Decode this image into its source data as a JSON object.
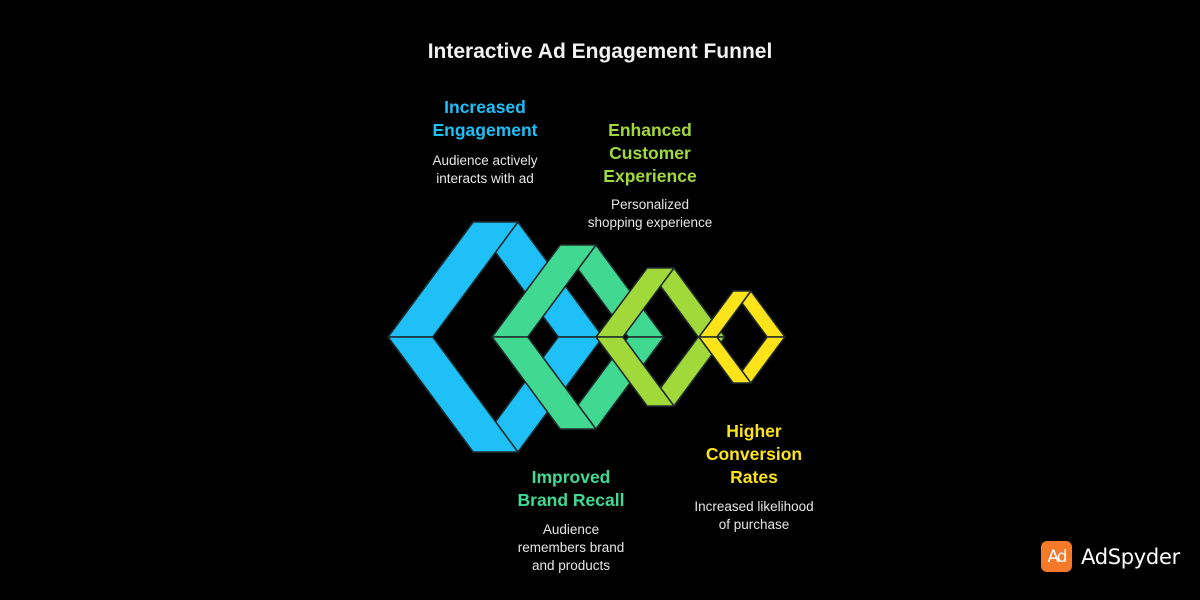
{
  "title": "Interactive Ad Engagement Funnel",
  "colors": {
    "background": "#000000",
    "blue": "#1fbff8",
    "green": "#41d992",
    "lime": "#a1d83a",
    "yellow": "#fde31a",
    "outline": "#1f2a2a",
    "logo": "#f47a2a"
  },
  "stages": [
    {
      "title_lines": [
        "Increased",
        "Engagement"
      ],
      "desc_lines": [
        "Audience actively",
        "interacts with ad"
      ],
      "color": "#1fbff8"
    },
    {
      "title_lines": [
        "Improved",
        "Brand Recall"
      ],
      "desc_lines": [
        "Audience",
        "remembers brand",
        "and products"
      ],
      "color": "#41d992"
    },
    {
      "title_lines": [
        "Enhanced",
        "Customer",
        "Experience"
      ],
      "desc_lines": [
        "Personalized",
        "shopping experience"
      ],
      "color": "#a1d83a"
    },
    {
      "title_lines": [
        "Higher",
        "Conversion",
        "Rates"
      ],
      "desc_lines": [
        "Increased likelihood",
        "of purchase"
      ],
      "color": "#fde31a"
    }
  ],
  "logo": {
    "badge": "Ad",
    "name": "AdSpyder"
  }
}
